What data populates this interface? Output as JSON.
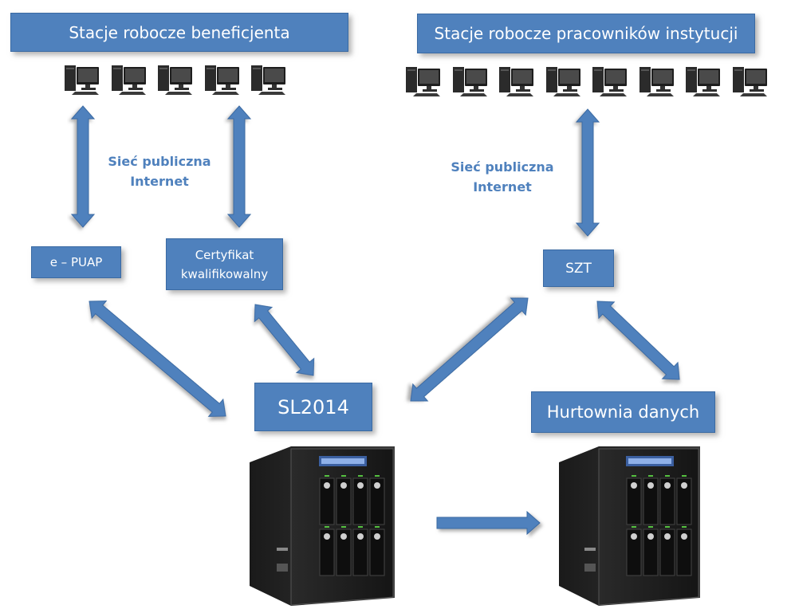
{
  "colors": {
    "box_fill": "#4f81bd",
    "arrow_fill": "#4f81bd",
    "label_text": "#4f81bd"
  },
  "groups": {
    "beneficiary": {
      "title": "Stacje robocze beneficjenta",
      "workstation_count": 5
    },
    "staff": {
      "title": "Stacje robocze pracowników instytucji",
      "workstation_count": 8
    }
  },
  "network_labels": {
    "left": {
      "line1": "Sieć publiczna",
      "line2": "Internet"
    },
    "right": {
      "line1": "Sieć publiczna",
      "line2": "Internet"
    }
  },
  "nodes": {
    "epuap": "e – PUAP",
    "certificate_line1": "Certyfikat",
    "certificate_line2": "kwalifikowalny",
    "szt": "SZT",
    "sl2014": "SL2014",
    "warehouse": "Hurtownia danych"
  },
  "icons": {
    "workstation": "desktop-computer-icon",
    "server": "nas-server-icon"
  }
}
